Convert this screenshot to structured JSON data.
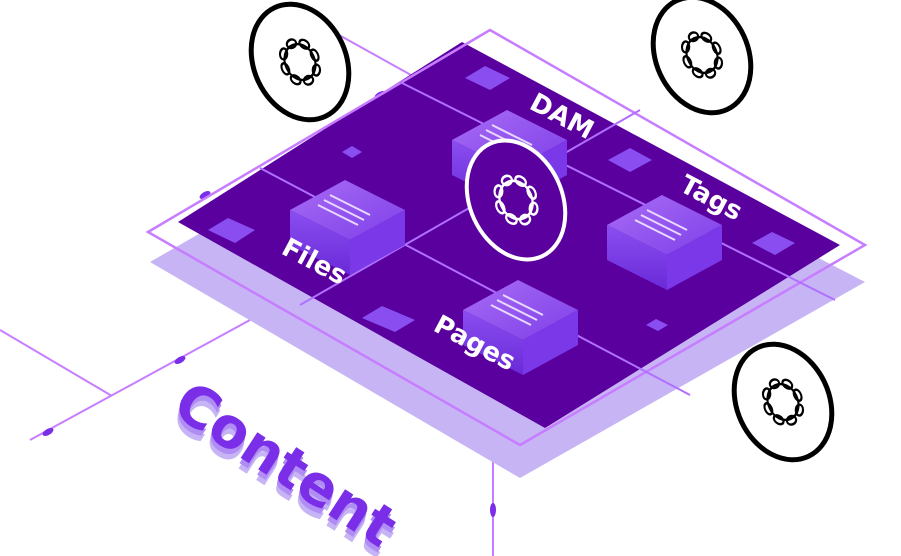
{
  "labels": {
    "dam": "DAM",
    "tags": "Tags",
    "files": "Files",
    "pages": "Pages",
    "content": "Content"
  },
  "colors": {
    "platform": "#5a009e",
    "platform_shadow": "#c7b4f5",
    "outline": "#c77dff",
    "box": "#9a55f0",
    "accent": "#8a3cf0",
    "logo_ring": "#000000"
  },
  "icons": [
    "collaboration-ring-icon",
    "document-box-icon"
  ]
}
